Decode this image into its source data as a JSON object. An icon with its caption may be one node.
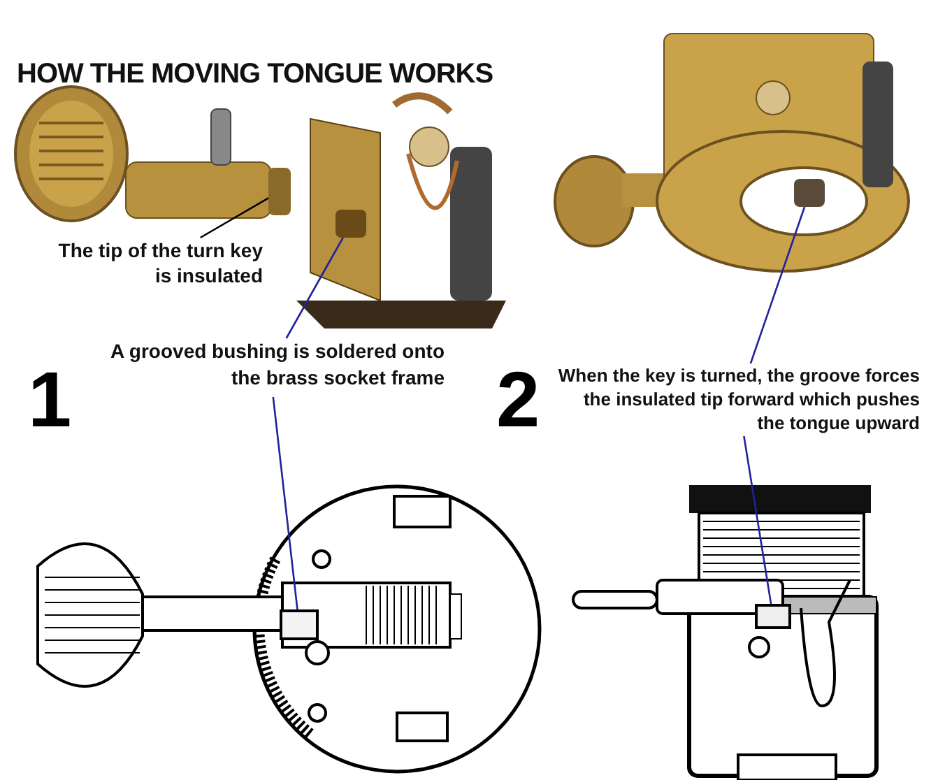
{
  "diagram": {
    "title": "HOW THE MOVING TONGUE WORKS",
    "nodes": [
      {
        "text": [
          "The tip of the turn key is insulated"
        ]
      },
      {
        "text": [
          "A grooved bushing is soldered onto the brass socket frame"
        ]
      },
      {
        "text": [
          "When the key is turned, the groove forces the insulated tip forward which pushes the tongue upward"
        ]
      },
      {
        "text": [],
        "shape": "box"
      },
      {
        "text": [],
        "shape": "box"
      },
      {
        "text": [],
        "shape": "box"
      },
      {
        "text": [],
        "shape": "box"
      },
      {
        "text": [],
        "shape": "box"
      }
    ],
    "edges": [
      {
        "from": 0,
        "to": 3,
        "arrow": "none",
        "color": "#000000"
      },
      {
        "from": 1,
        "to": 4,
        "arrow": "none"
      },
      {
        "from": 1,
        "to": 6,
        "arrow": "none"
      },
      {
        "from": 2,
        "to": 5,
        "arrow": "none"
      },
      {
        "from": 2,
        "to": 7,
        "arrow": "none"
      }
    ],
    "labels": [
      "1",
      "2"
    ]
  }
}
